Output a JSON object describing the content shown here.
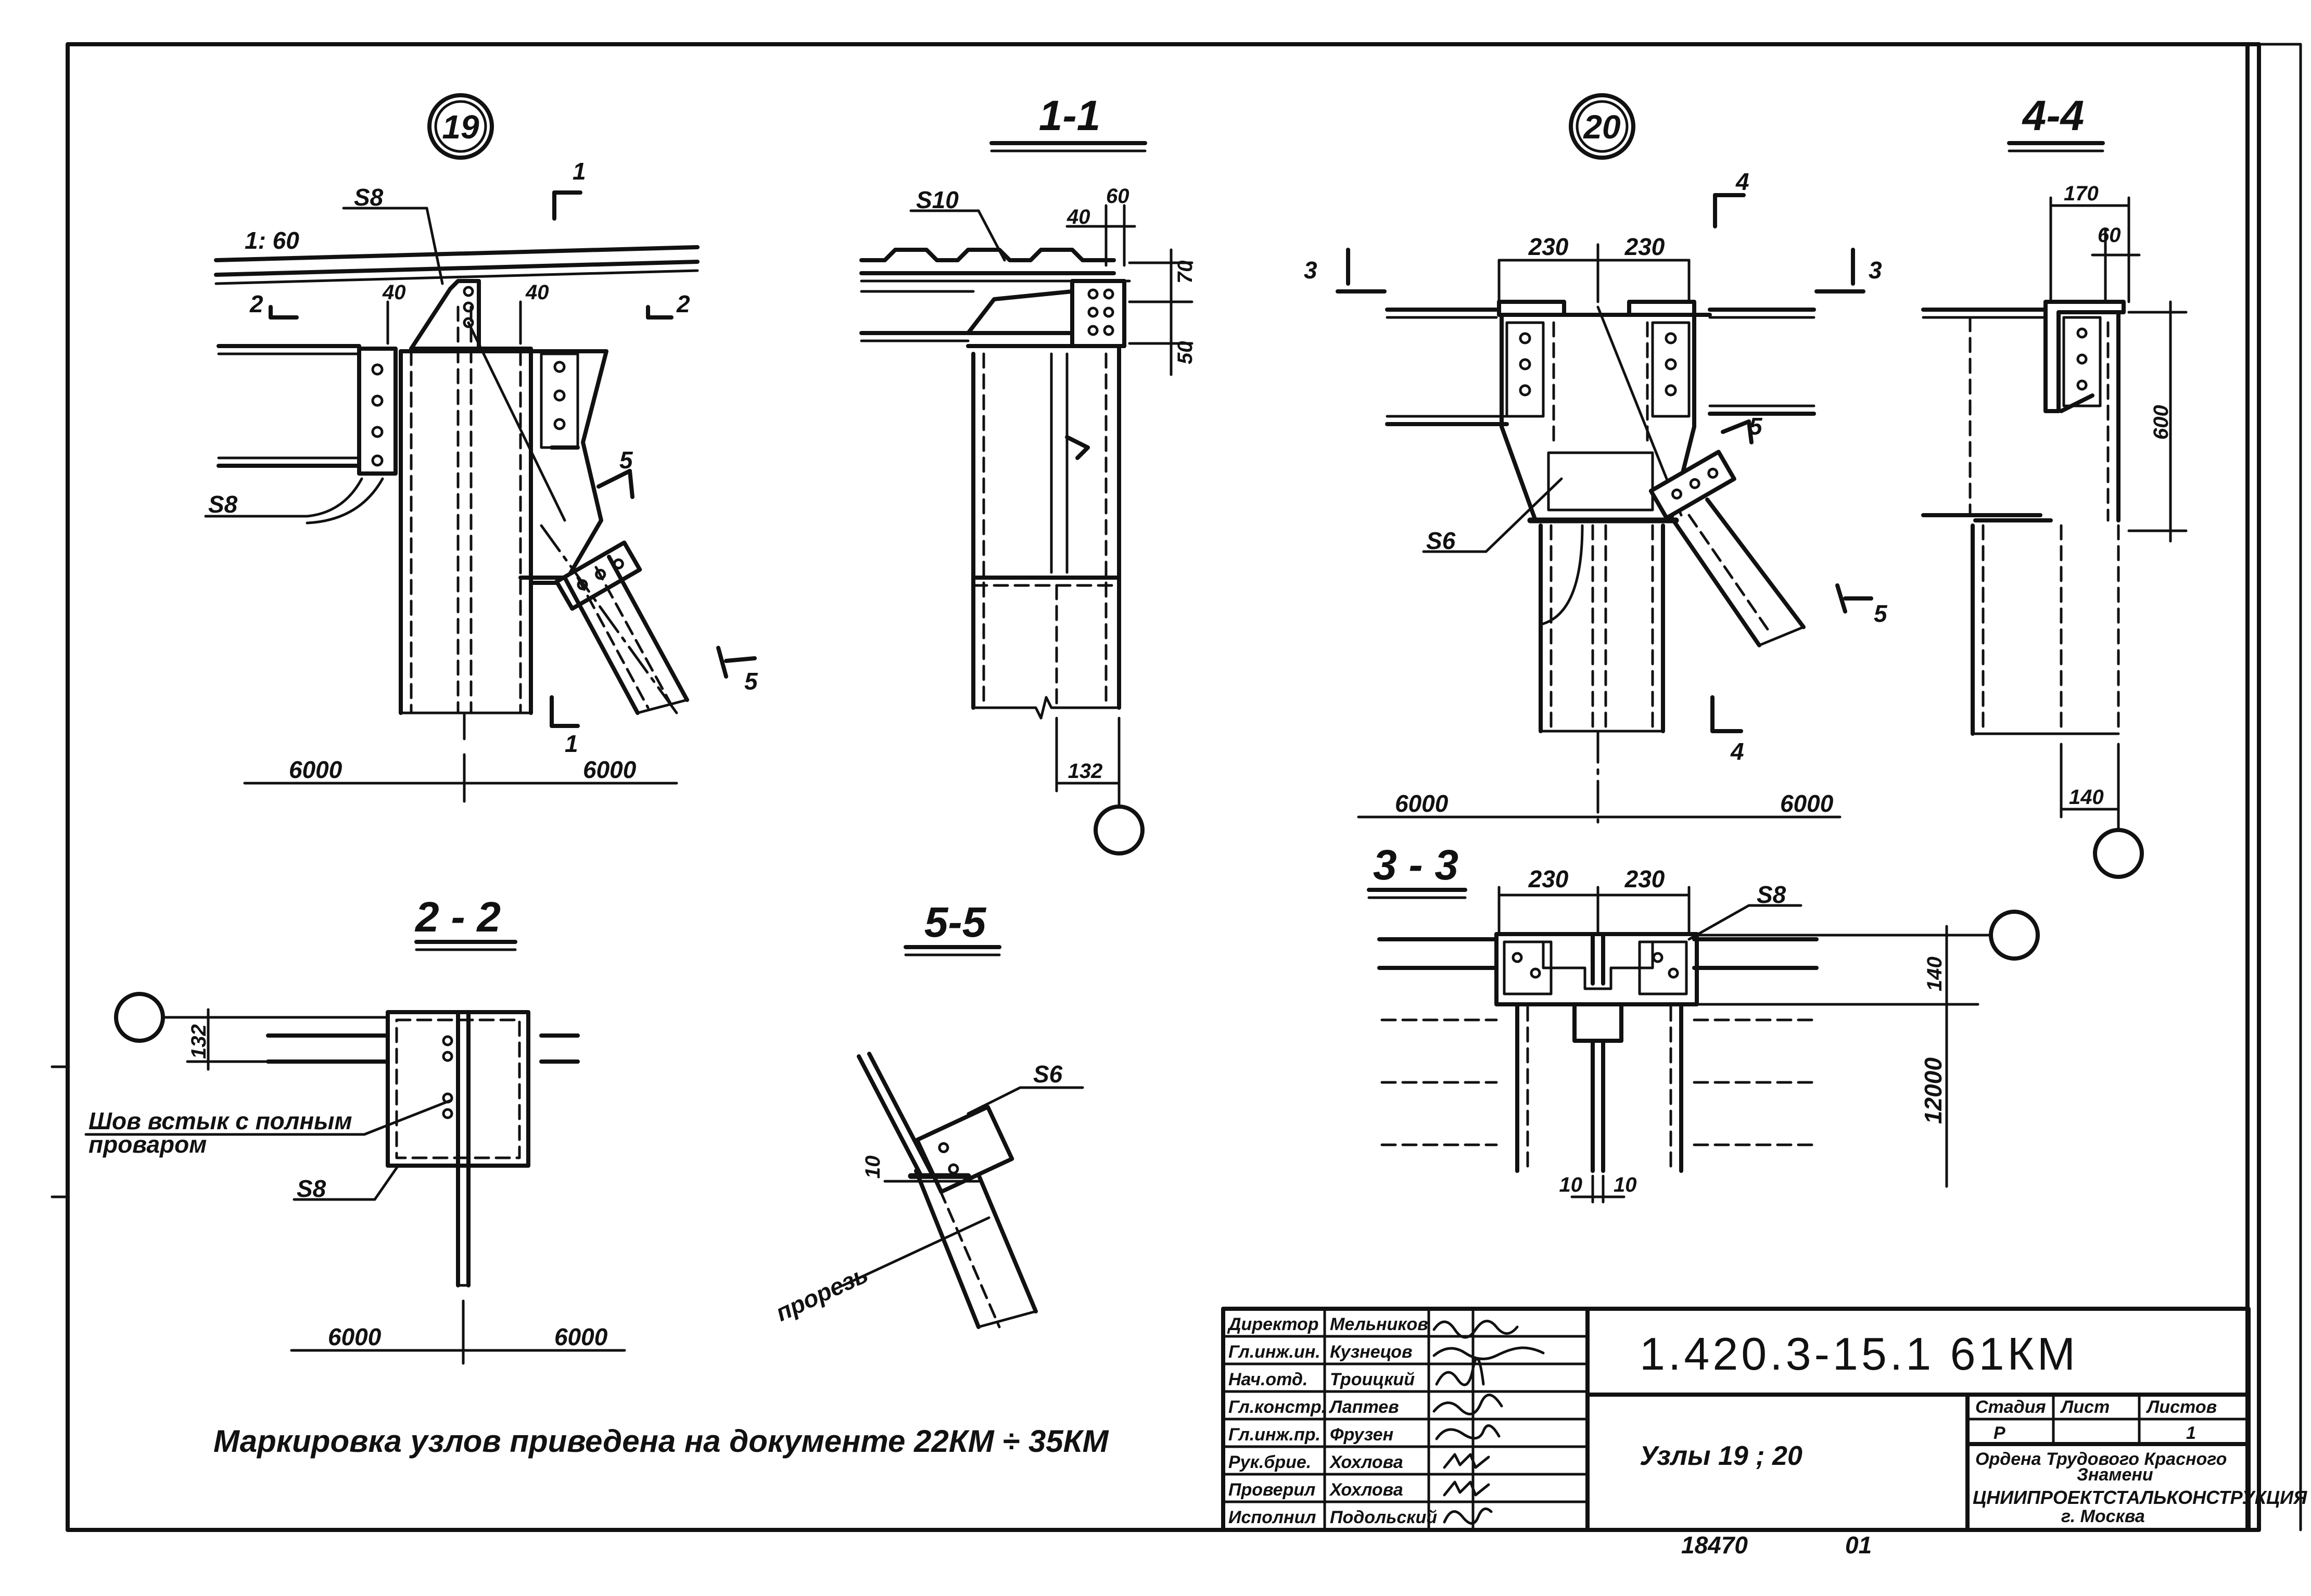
{
  "details": {
    "node19": {
      "marker": "19",
      "slope": "1: 60",
      "labels": [
        "S8",
        "S8"
      ],
      "dims": [
        "40",
        "40",
        "6000",
        "6000"
      ],
      "cuts": [
        "1",
        "1",
        "2",
        "2",
        "5",
        "5"
      ]
    },
    "section11": {
      "title": "1-1",
      "labels": [
        "S10"
      ],
      "dims": [
        "60",
        "40",
        "70",
        "50",
        "132"
      ]
    },
    "node20": {
      "marker": "20",
      "labels": [
        "S6"
      ],
      "dims": [
        "230",
        "230",
        "6000",
        "6000"
      ],
      "cuts": [
        "3",
        "3",
        "4",
        "4",
        "5",
        "5"
      ]
    },
    "section44": {
      "title": "4-4",
      "dims": [
        "170",
        "60",
        "600",
        "140"
      ]
    },
    "section22": {
      "title": "2 - 2",
      "labels": [
        "S8"
      ],
      "dims": [
        "132",
        "6000",
        "6000"
      ],
      "weld_note_line1": "Шов встык с полным",
      "weld_note_line2": "проваром"
    },
    "section55": {
      "title": "5-5",
      "labels": [
        "S6"
      ],
      "dims": [
        "10"
      ],
      "cut_note": "прорезь"
    },
    "section33": {
      "title": "3 - 3",
      "labels": [
        "S8"
      ],
      "dims": [
        "230",
        "230",
        "140",
        "12000",
        "10",
        "10"
      ]
    }
  },
  "bottom_note": "Маркировка узлов приведена на документе 22КМ ÷ 35КМ",
  "title_block": {
    "roles": [
      {
        "role": "Директор",
        "name": "Мельников"
      },
      {
        "role": "Гл.инж.ин.",
        "name": "Кузнецов"
      },
      {
        "role": "Нач.отд.",
        "name": "Троицкий"
      },
      {
        "role": "Гл.констр.",
        "name": "Лаптев"
      },
      {
        "role": "Гл.инж.пр.",
        "name": "Фрузен"
      },
      {
        "role": "Рук.брие.",
        "name": "Хохлова"
      },
      {
        "role": "Проверил",
        "name": "Хохлова"
      },
      {
        "role": "Исполнил",
        "name": "Подольский"
      }
    ],
    "doc_code": "1.420.3-15.1  61КМ",
    "sheet_title": "Узлы 19 ; 20",
    "stage_header": "Стадия",
    "sheet_header": "Лист",
    "sheets_header": "Листов",
    "stage": "Р",
    "sheets": "1",
    "org_line1": "Ордена Трудового Красного",
    "org_line2": "Знамени",
    "org_line3": "ЦНИИПРОЕКТСТАЛЬКОНСТРУКЦИЯ",
    "org_line4": "г. Москва"
  },
  "stamp_number": "18470",
  "stamp_suffix": "01"
}
